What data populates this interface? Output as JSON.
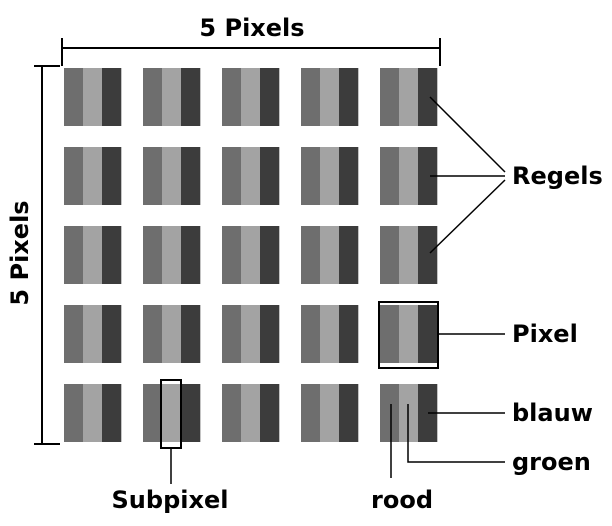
{
  "labels": {
    "top_dimension": "5 Pixels",
    "left_dimension": "5 Pixels",
    "regels": "Regels",
    "pixel": "Pixel",
    "blauw": "blauw",
    "groen": "groen",
    "subpixel": "Subpixel",
    "rood": "rood"
  },
  "grid": {
    "rows": 5,
    "cols": 5,
    "subpixel_colors": [
      "#6e6e6e",
      "#a3a3a3",
      "#3c3c3c"
    ]
  },
  "colors": {
    "line": "#000000",
    "background": "#ffffff"
  }
}
